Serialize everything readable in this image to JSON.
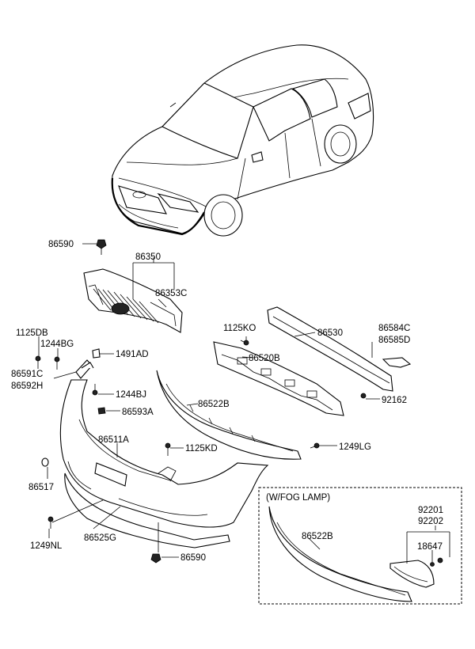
{
  "callouts": [
    {
      "id": "c1",
      "text": "86590"
    },
    {
      "id": "c2",
      "text": "86350"
    },
    {
      "id": "c3",
      "text": "86353C"
    },
    {
      "id": "c4",
      "text": "1125DB"
    },
    {
      "id": "c5",
      "text": "1244BG"
    },
    {
      "id": "c6",
      "text": "1491AD"
    },
    {
      "id": "c7",
      "text": "86591C"
    },
    {
      "id": "c8",
      "text": "86592H"
    },
    {
      "id": "c9",
      "text": "1244BJ"
    },
    {
      "id": "c10",
      "text": "86593A"
    },
    {
      "id": "c11",
      "text": "1125KO"
    },
    {
      "id": "c12",
      "text": "86530"
    },
    {
      "id": "c13",
      "text": "86584C"
    },
    {
      "id": "c14",
      "text": "86585D"
    },
    {
      "id": "c15",
      "text": "86520B"
    },
    {
      "id": "c16",
      "text": "92162"
    },
    {
      "id": "c17",
      "text": "86522B"
    },
    {
      "id": "c18",
      "text": "86511A"
    },
    {
      "id": "c19",
      "text": "1125KD"
    },
    {
      "id": "c20",
      "text": "1249LG"
    },
    {
      "id": "c21",
      "text": "86517"
    },
    {
      "id": "c22",
      "text": "1249NL"
    },
    {
      "id": "c23",
      "text": "86525G"
    },
    {
      "id": "c24",
      "text": "86590"
    },
    {
      "id": "c25",
      "text": "86522B"
    },
    {
      "id": "c26",
      "text": "92201"
    },
    {
      "id": "c27",
      "text": "92202"
    },
    {
      "id": "c28",
      "text": "18647"
    }
  ],
  "inset": {
    "title": "(W/FOG LAMP)"
  }
}
